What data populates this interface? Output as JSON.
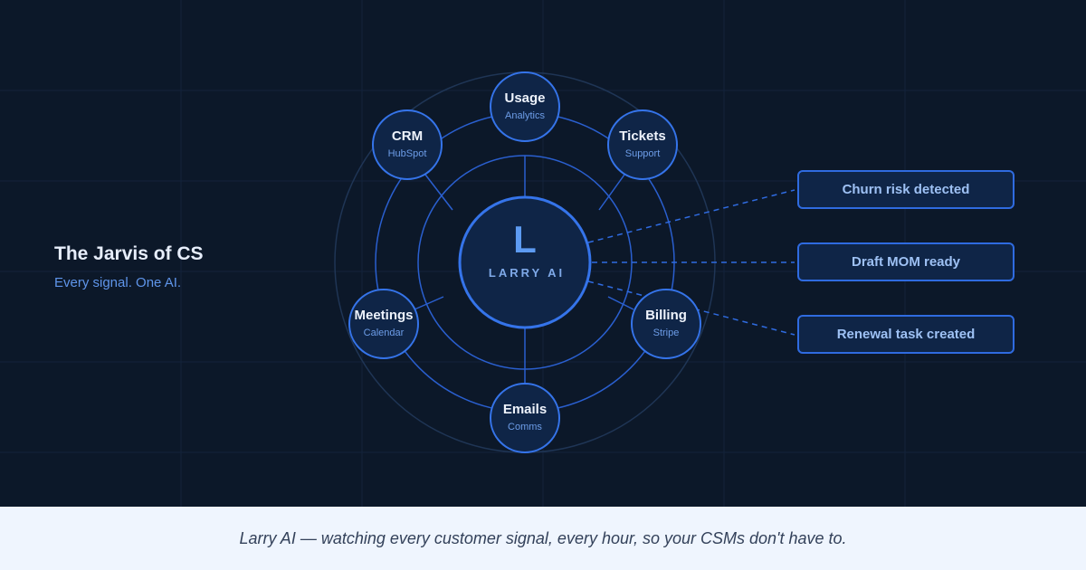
{
  "headline": "The Jarvis of CS",
  "subline": "Every signal. One AI.",
  "center": {
    "letter": "L",
    "label": "LARRY AI"
  },
  "nodes": [
    {
      "title": "Usage",
      "sub": "Analytics"
    },
    {
      "title": "CRM",
      "sub": "HubSpot"
    },
    {
      "title": "Tickets",
      "sub": "Support"
    },
    {
      "title": "Meetings",
      "sub": "Calendar"
    },
    {
      "title": "Billing",
      "sub": "Stripe"
    },
    {
      "title": "Emails",
      "sub": "Comms"
    }
  ],
  "outputs": [
    "Churn risk detected",
    "Draft MOM ready",
    "Renewal task created"
  ],
  "footer": "Larry AI — watching every customer signal, every hour, so your CSMs don't have to.",
  "colors": {
    "background": "#0c1829",
    "accent": "#2f6be0",
    "node_fill": "#0f2547",
    "footer_bg": "#eff5fe"
  }
}
